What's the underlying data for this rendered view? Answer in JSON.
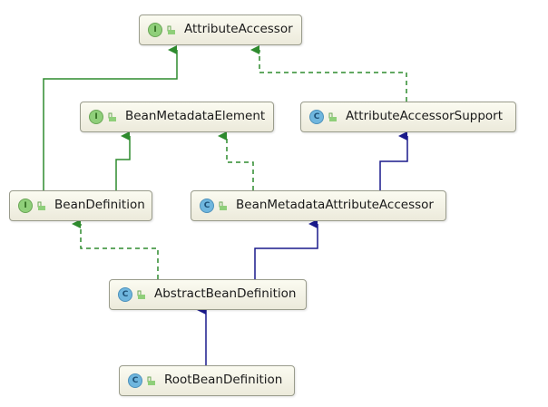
{
  "colors": {
    "interface_edge": "#2e8b2e",
    "class_edge": "#1a1a8c",
    "interface_badge": "#8fcf7a",
    "class_badge": "#6fb6de"
  },
  "nodes": {
    "attribute_accessor": {
      "kind": "I",
      "name": "AttributeAccessor"
    },
    "bean_metadata_element": {
      "kind": "I",
      "name": "BeanMetadataElement"
    },
    "attribute_accessor_support": {
      "kind": "C",
      "name": "AttributeAccessorSupport"
    },
    "bean_definition": {
      "kind": "I",
      "name": "BeanDefinition"
    },
    "bean_metadata_attribute_accessor": {
      "kind": "C",
      "name": "BeanMetadataAttributeAccessor"
    },
    "abstract_bean_definition": {
      "kind": "C",
      "name": "AbstractBeanDefinition"
    },
    "root_bean_definition": {
      "kind": "C",
      "name": "RootBeanDefinition"
    }
  },
  "relations": [
    {
      "from": "Bean Definition",
      "to": "Attribute Accessor",
      "type": "interface extends"
    },
    {
      "from": "Bean Definition",
      "to": "Bean Metadata Element",
      "type": "interface extends"
    },
    {
      "from": "Bean Metadata Attribute Accessor",
      "to": "Bean Metadata Element",
      "type": "implements"
    },
    {
      "from": "Attribute Accessor Support",
      "to": "Attribute Accessor",
      "type": "implements"
    },
    {
      "from": "Bean Metadata Attribute Accessor",
      "to": "Attribute Accessor Support",
      "type": "extends"
    },
    {
      "from": "Abstract Bean Definition",
      "to": "Bean Definition",
      "type": "implements"
    },
    {
      "from": "Abstract Bean Definition",
      "to": "Bean Metadata Attribute Accessor",
      "type": "extends"
    },
    {
      "from": "Root Bean Definition",
      "to": "Abstract Bean Definition",
      "type": "extends"
    }
  ]
}
